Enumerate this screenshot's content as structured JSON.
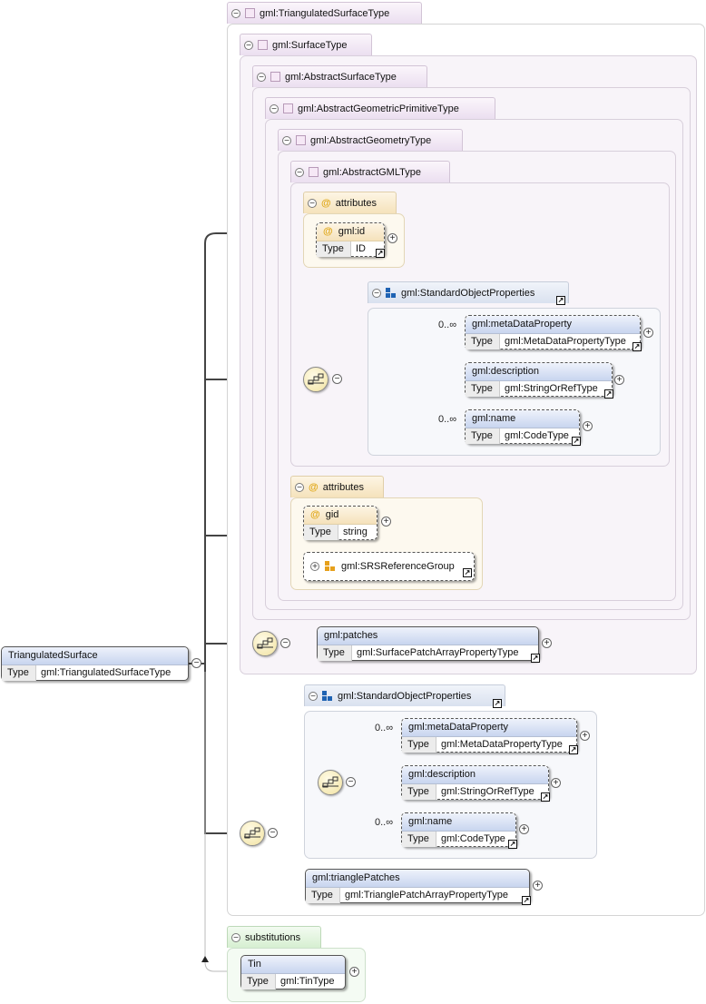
{
  "types": {
    "triangulated_surface_type": "gml:TriangulatedSurfaceType",
    "surface_type": "gml:SurfaceType",
    "abstract_surface_type": "gml:AbstractSurfaceType",
    "abstract_geometric_primitive_type": "gml:AbstractGeometricPrimitiveType",
    "abstract_geometry_type": "gml:AbstractGeometryType",
    "abstract_gml_type": "gml:AbstractGMLType"
  },
  "attributes_label": "attributes",
  "substitutions_label": "substitutions",
  "type_label": "Type",
  "attr_gml_id": {
    "name": "gml:id",
    "type": "ID"
  },
  "attr_gid": {
    "name": "gid",
    "type": "string"
  },
  "srs_group": "gml:SRSReferenceGroup",
  "std_props_1": {
    "title": "gml:StandardObjectProperties",
    "meta": {
      "name": "gml:metaDataProperty",
      "type": "gml:MetaDataPropertyType",
      "occ": "0..∞"
    },
    "desc": {
      "name": "gml:description",
      "type": "gml:StringOrRefType"
    },
    "name": {
      "name": "gml:name",
      "type": "gml:CodeType",
      "occ": "0..∞"
    }
  },
  "std_props_2": {
    "title": "gml:StandardObjectProperties",
    "meta": {
      "name": "gml:metaDataProperty",
      "type": "gml:MetaDataPropertyType",
      "occ": "0..∞"
    },
    "desc": {
      "name": "gml:description",
      "type": "gml:StringOrRefType"
    },
    "name": {
      "name": "gml:name",
      "type": "gml:CodeType",
      "occ": "0..∞"
    }
  },
  "patches": {
    "name": "gml:patches",
    "type": "gml:SurfacePatchArrayPropertyType"
  },
  "triangle_patches": {
    "name": "gml:trianglePatches",
    "type": "gml:TrianglePatchArrayPropertyType"
  },
  "root": {
    "name": "TriangulatedSurface",
    "type": "gml:TriangulatedSurfaceType"
  },
  "substitution": {
    "name": "Tin",
    "type": "gml:TinType"
  },
  "colors": {
    "element_header": "#c8d5ef",
    "attribute_tab": "#f5e2bb",
    "type_tab": "#ebdff0",
    "substitution_tab": "#d6efd1"
  }
}
